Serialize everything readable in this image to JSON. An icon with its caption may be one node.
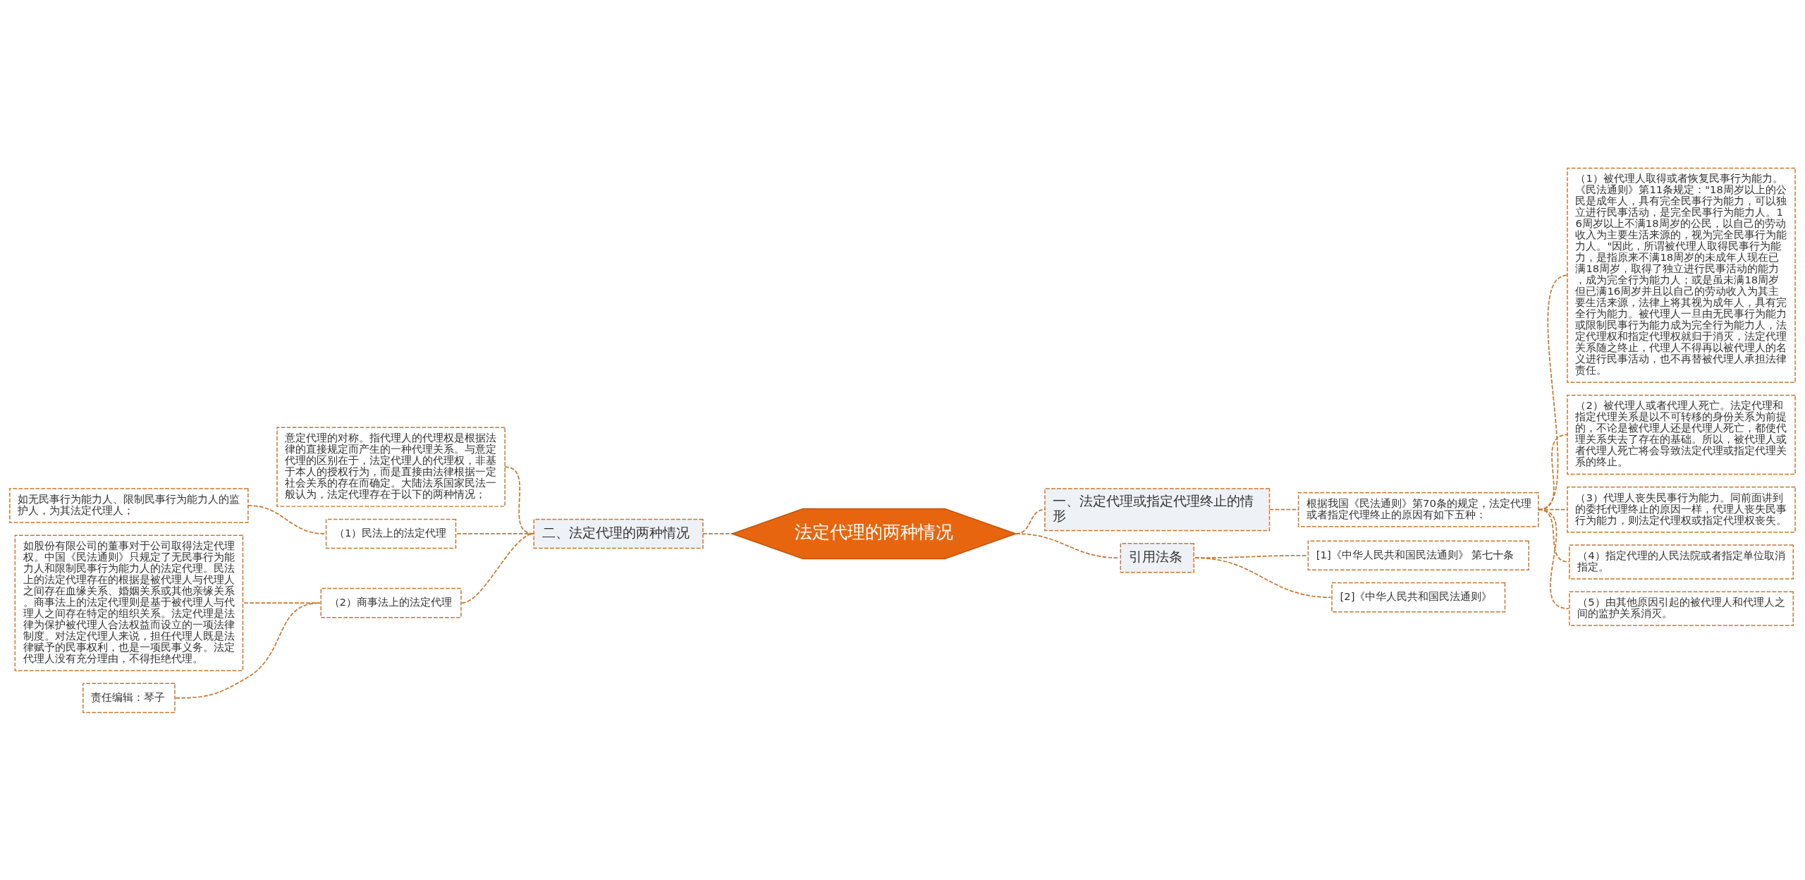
{
  "diagram": {
    "nodes": [
      {
        "text": [
          "法定代理的两种情况"
        ]
      },
      {
        "text": [
          "一、法定代理或指定代理终止的情形"
        ]
      },
      {
        "text": [
          "根据我国《民法通则》第70条的规定，法定代理或者指定代理终止的原因有如下五种："
        ]
      },
      {
        "text": [
          "（1）被代理人取得或者恢复民事行为能力。《民法通则》第11条规定：\"18周岁以上的公民是成年人，具有完全民事行为能力，可以独立进行民事活动，是完全民事行为能力人。16周岁以上不满18周岁的公民，以自己的劳动收入为主要生活来源的，视为完全民事行为能力人。\"因此，所谓被代理人取得民事行为能力，是指原来不满18周岁的未成年人现在已满18周岁，取得了独立进行民事活动的能力，成为完全行为能力人；或是虽未满18周岁但已满16周岁并且以自己的劳动收入为其主要生活来源，法律上将其视为成年人，具有完全行为能力。被代理人一旦由无民事行为能力或限制民事行为能力成为完全行为能力人，法定代理权和指定代理权就归于消灭，法定代理关系随之终止，代理人不得再以被代理人的名义进行民事活动，也不再替被代理人承担法律责任。"
        ]
      },
      {
        "text": [
          "（2）被代理人或者代理人死亡。法定代理和指定代理关系是以不可转移的身份关系为前提的，不论是被代理人还是代理人死亡，都使代理关系失去了存在的基础。所以，被代理人或者代理人死亡将会导致法定代理或指定代理关系的终止。"
        ]
      },
      {
        "text": [
          "（3）代理人丧失民事行为能力。同前面讲到的委托代理终止的原因一样，代理人丧失民事行为能力，则法定代理权或指定代理权丧失。"
        ]
      },
      {
        "text": [
          "（4）指定代理的人民法院或者指定单位取消指定。"
        ]
      },
      {
        "text": [
          "（5）由其他原因引起的被代理人和代理人之间的监护关系消灭。"
        ]
      },
      {
        "text": [
          "引用法条"
        ]
      },
      {
        "text": [
          "[1]《中华人民共和国民法通则》 第七十条"
        ]
      },
      {
        "text": [
          "[2]《中华人民共和国民法通则》"
        ]
      },
      {
        "text": [
          "二、法定代理的两种情况"
        ]
      },
      {
        "text": [
          "意定代理的对称。指代理人的代理权是根据法律的直接规定而产生的一种代理关系。与意定代理的区别在于，法定代理人的代理权，非基于本人的授权行为，而是直接由法律根据一定社会关系的存在而确定。大陆法系国家民法一般认为，法定代理存在于以下的两种情况；"
        ]
      },
      {
        "text": [
          "（1）民法上的法定代理"
        ]
      },
      {
        "text": [
          "如无民事行为能力人、限制民事行为能力人的监护人，为其法定代理人；"
        ]
      },
      {
        "text": [
          "（2）商事法上的法定代理"
        ]
      },
      {
        "text": [
          "如股份有限公司的董事对于公司取得法定代理权。中国《民法通则》只规定了无民事行为能力人和限制民事行为能力人的法定代理。民法上的法定代理存在的根据是被代理人与代理人之间存在血缘关系、婚姻关系或其他亲缘关系。商事法上的法定代理则是基于被代理人与代理人之间存在特定的组织关系。法定代理是法律为保护被代理人合法权益而设立的一项法律制度。对法定代理人来说，担任代理人既是法律赋予的民事权利，也是一项民事义务。法定代理人没有充分理由，不得拒绝代理。"
        ]
      },
      {
        "text": [
          "责任编辑：琴子"
        ]
      }
    ],
    "edges": [
      {
        "from": 0,
        "to": 1,
        "arrow": "none",
        "style": "dashed"
      },
      {
        "from": 1,
        "to": 2,
        "arrow": "none",
        "style": "dashed"
      },
      {
        "from": 2,
        "to": 3,
        "arrow": "none",
        "style": "dashed"
      },
      {
        "from": 2,
        "to": 4,
        "arrow": "none",
        "style": "dashed"
      },
      {
        "from": 2,
        "to": 5,
        "arrow": "none",
        "style": "dashed"
      },
      {
        "from": 2,
        "to": 6,
        "arrow": "none",
        "style": "dashed"
      },
      {
        "from": 2,
        "to": 7,
        "arrow": "none",
        "style": "dashed"
      },
      {
        "from": 0,
        "to": 8,
        "arrow": "none",
        "style": "dashed"
      },
      {
        "from": 8,
        "to": 9,
        "arrow": "none",
        "style": "dashed"
      },
      {
        "from": 8,
        "to": 10,
        "arrow": "none",
        "style": "dashed"
      },
      {
        "from": 11,
        "to": 0,
        "arrow": "none",
        "style": "dashed"
      },
      {
        "from": 12,
        "to": 11,
        "arrow": "none",
        "style": "dashed"
      },
      {
        "from": 13,
        "to": 11,
        "arrow": "none",
        "style": "dashed"
      },
      {
        "from": 14,
        "to": 13,
        "arrow": "none",
        "style": "dashed"
      },
      {
        "from": 15,
        "to": 11,
        "arrow": "none",
        "style": "dashed"
      },
      {
        "from": 16,
        "to": 15,
        "arrow": "none",
        "style": "dashed"
      },
      {
        "from": 17,
        "to": 15,
        "arrow": "none",
        "style": "dashed"
      }
    ]
  }
}
